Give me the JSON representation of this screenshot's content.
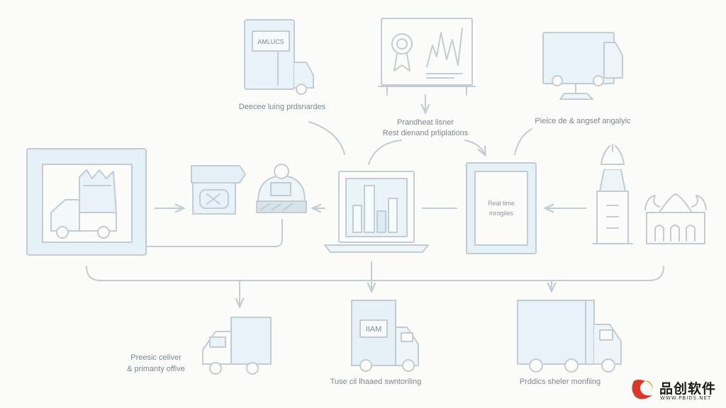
{
  "labels": {
    "top_left": "Deecee luing prdsnardes",
    "top_center_line1": "Prandheat lisner",
    "top_center_line2": "Rest dienand prliplations",
    "top_right": "Pieice de & angsef angalyic",
    "center_monitor_line1": "Real time",
    "center_monitor_line2": "mrogiies",
    "bottom_left_line1": "Preesic celiver",
    "bottom_left_line2": "& primanty offive",
    "bottom_center": "Tuse cil lhaaed swntoriling",
    "bottom_right": "Prddics sheler monfiing"
  },
  "signs": {
    "top_box_sign": "AMLUCS",
    "bottom_truck_sign": "IIAM"
  },
  "watermark": {
    "brand": "品创软件",
    "url": "WWW.PBIDS.NET"
  },
  "colors": {
    "line": "#c3ccd2",
    "fill_light": "#e7f1f7",
    "fill_mid": "#dcebf3",
    "text": "#7b8791",
    "logo_red": "#d8392b",
    "logo_orange": "#f0a02a"
  }
}
